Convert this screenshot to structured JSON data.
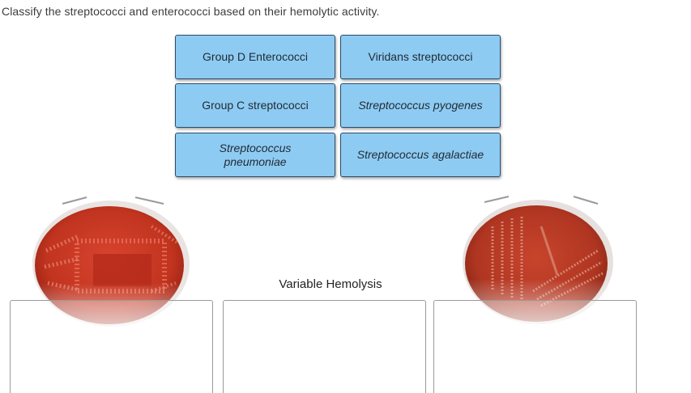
{
  "instruction": "Classify the streptococci and enterococci based on their hemolytic activity.",
  "cards": [
    {
      "label": "Group D Enterococci",
      "italic": false
    },
    {
      "label": "Viridans streptococci",
      "italic": false
    },
    {
      "label": "Group C streptococci",
      "italic": false
    },
    {
      "label": "Streptococcus pyogenes",
      "italic": true
    },
    {
      "label": "Streptococcus pneumoniae",
      "italic": true
    },
    {
      "label": "Streptococcus agalactiae",
      "italic": true
    }
  ],
  "zones": [
    {
      "label": "",
      "image": "blood-agar-plate-alpha"
    },
    {
      "label": "Variable Hemolysis",
      "image": ""
    },
    {
      "label": "",
      "image": "blood-agar-plate-beta"
    }
  ],
  "colors": {
    "card_fill": "#8ecbf3",
    "card_border": "#2b4b6a",
    "agar": "#c0392b"
  }
}
